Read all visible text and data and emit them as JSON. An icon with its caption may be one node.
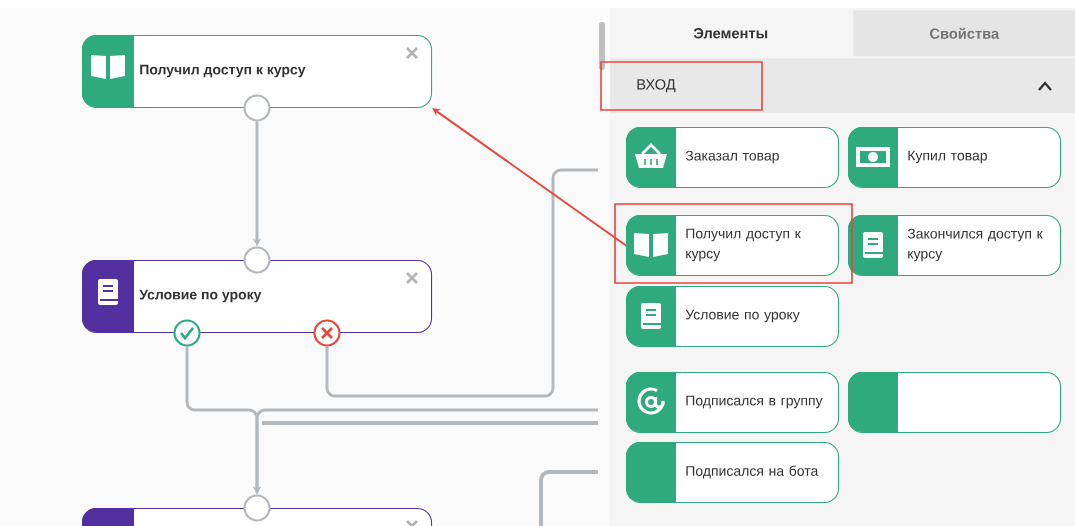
{
  "diagram": {
    "nodes": [
      {
        "text": [
          "Получил доступ к курсу"
        ]
      },
      {
        "text": [],
        "shape": "circle"
      },
      {
        "text": [],
        "shape": "circle"
      },
      {
        "text": [
          "Условие по уроку"
        ]
      },
      {
        "text": [],
        "shape": "circle"
      },
      {
        "text": [],
        "shape": "circle"
      },
      {
        "text": [],
        "shape": "circle"
      },
      {
        "text": [],
        "shape": "box"
      },
      {
        "text": [
          "Элементы"
        ]
      },
      {
        "text": [
          "Свойства"
        ]
      },
      {
        "text": [
          "ВХОД"
        ]
      },
      {
        "text": [
          "Заказал товар"
        ]
      },
      {
        "text": [
          "Купил товар"
        ]
      },
      {
        "text": [
          "Получил доступ к курсу"
        ]
      },
      {
        "text": [
          "Закончился доступ к курсу"
        ]
      },
      {
        "text": [
          "Условие по уроку"
        ]
      },
      {
        "text": [
          "Подписался в группу"
        ]
      },
      {
        "text": [],
        "shape": "box"
      },
      {
        "text": [
          "Подписался на бота"
        ]
      }
    ],
    "edges": [
      {
        "from": 1,
        "to": 2,
        "arrow": "to"
      },
      {
        "from": 4,
        "to": 6,
        "arrow": "to"
      },
      {
        "from": null,
        "to": 6,
        "arrow": "to"
      },
      {
        "from": 5,
        "to": null,
        "arrow": "none"
      },
      {
        "from": 13,
        "to": 0,
        "arrow": "to",
        "color": "#e8453c"
      }
    ]
  }
}
